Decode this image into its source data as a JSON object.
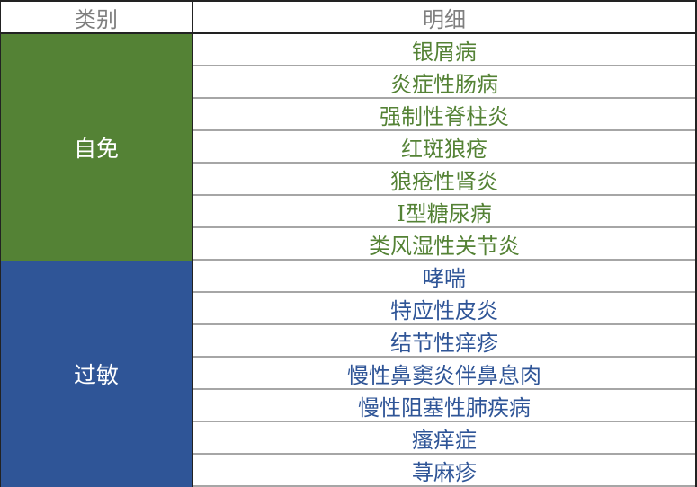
{
  "header": {
    "category": "类别",
    "detail": "明细"
  },
  "colors": {
    "green": "#548235",
    "blue": "#2F5597",
    "header_text": "#7f7f7f"
  },
  "groups": [
    {
      "name": "自免",
      "items": [
        "银屑病",
        "炎症性肠病",
        "强制性脊柱炎",
        "红斑狼疮",
        "狼疮性肾炎",
        "I型糖尿病",
        "类风湿性关节炎"
      ]
    },
    {
      "name": "过敏",
      "items": [
        "哮喘",
        "特应性皮炎",
        "结节性痒疹",
        "慢性鼻窦炎伴鼻息肉",
        "慢性阻塞性肺疾病",
        "瘙痒症",
        "荨麻疹"
      ]
    }
  ]
}
